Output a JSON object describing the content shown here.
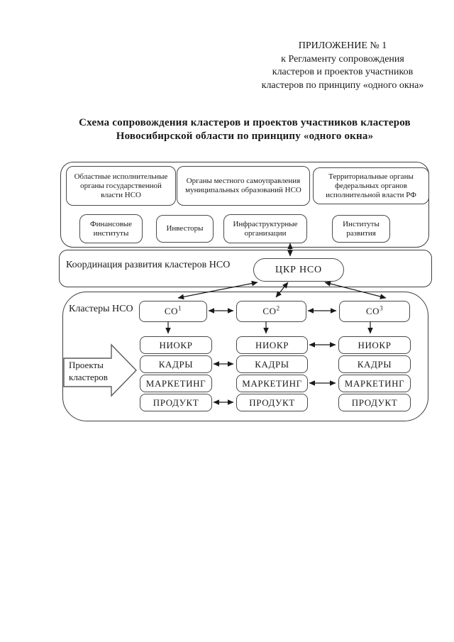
{
  "header": {
    "line1": "ПРИЛОЖЕНИЕ № 1",
    "line2": "к Регламенту сопровождения",
    "line3": "кластеров и проектов участников",
    "line4": "кластеров по принципу «одного окна»"
  },
  "title": {
    "line1": "Схема сопровождения кластеров и проектов участников кластеров",
    "line2": "Новосибирской области по принципу «одного окна»"
  },
  "diagram": {
    "authorities": {
      "regional": "Областные исполнительные органы государственной власти НСО",
      "municipal": "Органы местного самоуправления муниципальных образований НСО",
      "federal": "Территориальные органы федеральных органов исполнительной власти РФ"
    },
    "institutions": {
      "financial": "Финансовые институты",
      "investors": "Инвесторы",
      "infrastructure": "Инфраструктурные организации",
      "development": "Институты развития"
    },
    "coordination": {
      "label": "Координация развития кластеров НСО",
      "center": "ЦКР НСО"
    },
    "clusters": {
      "label": "Кластеры НСО",
      "projects_label": "Проекты кластеров",
      "co": [
        {
          "base": "СО",
          "sup": "1"
        },
        {
          "base": "СО",
          "sup": "2"
        },
        {
          "base": "СО",
          "sup": "3"
        }
      ],
      "rows": [
        "НИОКР",
        "КАДРЫ",
        "МАРКЕТИНГ",
        "ПРОДУКТ"
      ]
    }
  },
  "colors": {
    "background": "#ffffff",
    "text": "#1a1a1a",
    "frame_border": "#3d3d3d",
    "box_border": "#4a4a4a",
    "arrow": "#1a1a1a"
  }
}
